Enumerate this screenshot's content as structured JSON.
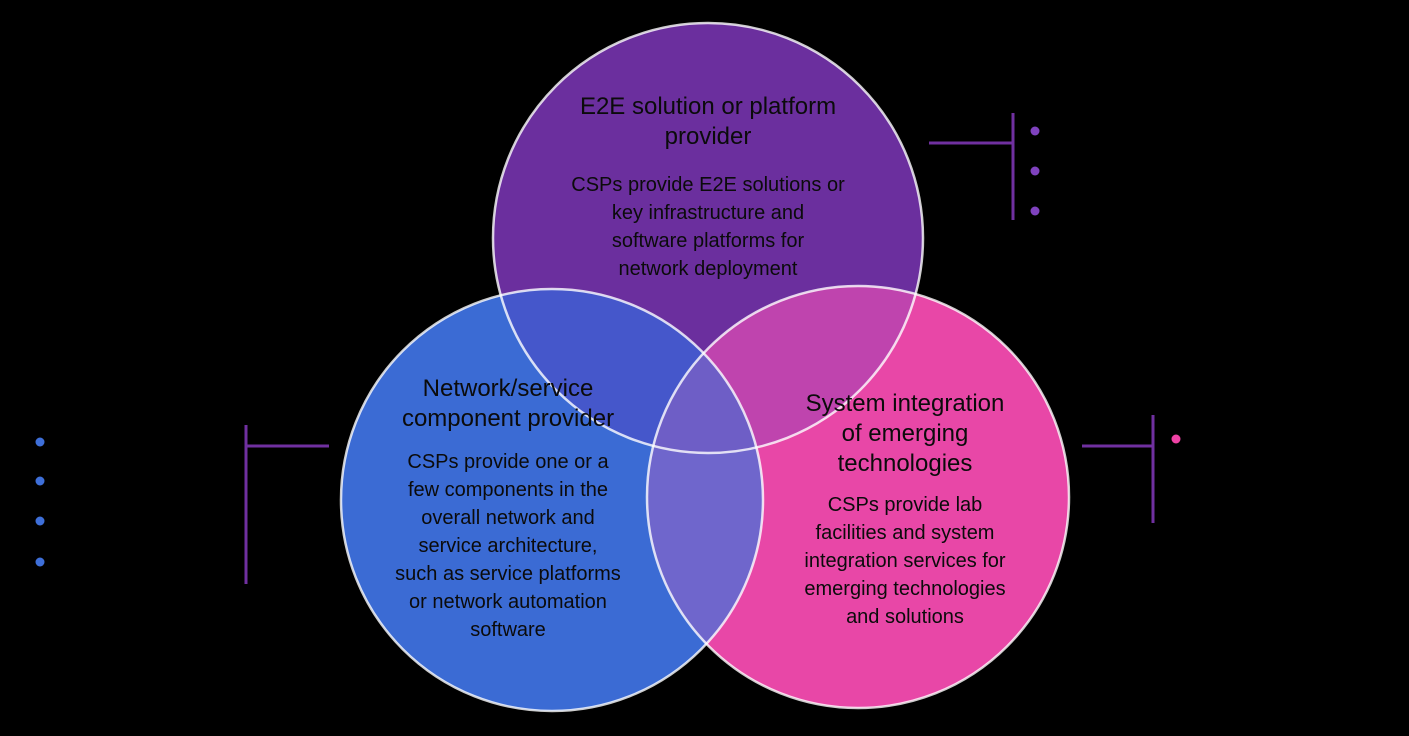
{
  "background": "#000000",
  "venn": {
    "outline": "#FFFFFF",
    "e2e": {
      "title": "E2E solution or platform\nprovider",
      "body": "CSPs provide E2E solutions or\nkey infrastructure and\nsoftware platforms for\nnetwork deployment",
      "fill": "#6B2F9E"
    },
    "network": {
      "title": "Network/service\ncomponent provider",
      "body": "CSPs provide one or a\nfew components in the\noverall network and\nservice architecture,\nsuch as service platforms\nor network automation\nsoftware",
      "fill": "#3B6BD4"
    },
    "system": {
      "title": "System integration\nof emerging\ntechnologies",
      "body": "CSPs provide lab\nfacilities and system\nintegration services for\nemerging technologies\nand solutions",
      "fill": "#E847A7"
    },
    "overlaps": {
      "e2e_network": "#4557CB",
      "e2e_system": "#BF44AE",
      "network_system": "#6F66CC",
      "center": "#6E5EC6"
    }
  },
  "callouts": {
    "line_color": "#7030A0",
    "top_right": {
      "bullet_color": "#7F42BE",
      "bullet_count": 3
    },
    "left": {
      "bullet_color": "#3E6FD9",
      "bullet_count": 4
    },
    "right": {
      "bullet_color": "#EF42A5",
      "bullet_count": 1
    }
  }
}
